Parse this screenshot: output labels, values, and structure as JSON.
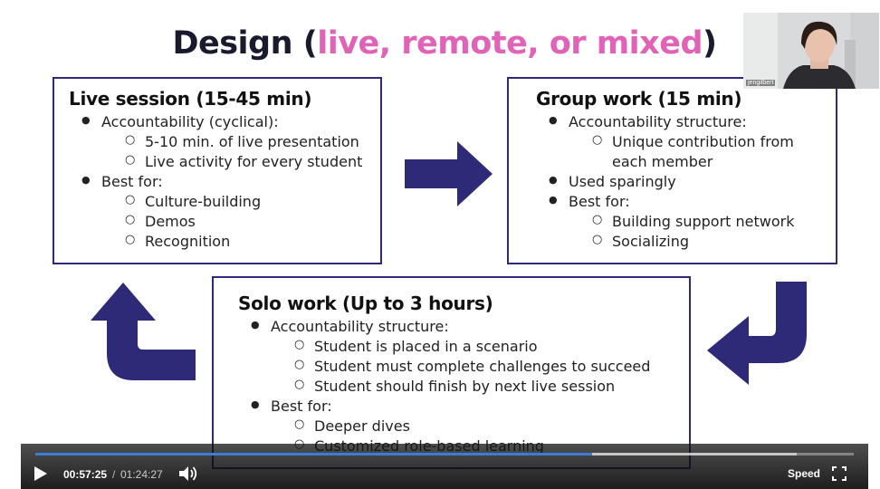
{
  "slide": {
    "title_prefix": "Design (",
    "title_highlight": "live, remote, or mixed",
    "title_suffix": ")",
    "accent_color": "#e063b8",
    "box_color": "#2e2a78",
    "live_session": {
      "heading": "Live session (15-45 min)",
      "items": [
        "Accountability (cyclical):",
        "5-10 min. of live presentation",
        "Live activity for every student",
        "Best for:",
        "Culture-building",
        "Demos",
        "Recognition"
      ]
    },
    "group_work": {
      "heading": "Group work (15 min)",
      "items": [
        "Accountability structure:",
        "Unique contribution from",
        "each member",
        "Used sparingly",
        "Best for:",
        "Building support network",
        "Socializing"
      ]
    },
    "solo_work": {
      "heading": "Solo work (Up to 3 hours)",
      "items": [
        "Accountability structure:",
        "Student is placed in a scenario",
        "Student must complete challenges to succeed",
        "Student should finish by next live session",
        "Best for:",
        "Deeper dives",
        "Customized role-based learning"
      ]
    }
  },
  "webcam": {
    "name": "jengilbert"
  },
  "player": {
    "current_time": "00:57:25",
    "separator": "/",
    "total_time": "01:24:27",
    "progress_fraction": 0.68,
    "speed_label": "Speed",
    "icons": [
      "play-icon",
      "volume-icon",
      "fullscreen-icon"
    ]
  }
}
